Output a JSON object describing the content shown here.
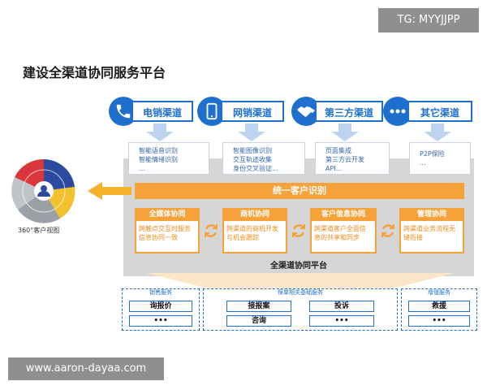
{
  "watermarks": {
    "top": "TG: MYYJJPP",
    "bottom": "www.aaron-dayaa.com"
  },
  "title": "建设全渠道协同服务平台",
  "channels": [
    {
      "label": "电销渠道",
      "icon": "phone-icon",
      "features": [
        "智能语音识别",
        "智能情绪识别",
        "..."
      ]
    },
    {
      "label": "网销渠道",
      "icon": "mobile-icon",
      "features": [
        "智能图像识别",
        "交互轨迹收集",
        "身份交叉验证..."
      ]
    },
    {
      "label": "第三方渠道",
      "icon": "handshake-icon",
      "features": [
        "页面集成",
        "第三方云开发",
        "API..."
      ]
    },
    {
      "label": "其它渠道",
      "icon": "more-icon",
      "features": [
        "P2P保险",
        "..."
      ]
    }
  ],
  "customer_view": {
    "label": "360°客户视图"
  },
  "platform": {
    "identify": "统一客户识别",
    "name": "全渠道协同平台",
    "modules": [
      {
        "title": "全媒体协同",
        "desc": "跨触点交互时服务 信息协同一致"
      },
      {
        "title": "商机协同",
        "desc": "跨渠道的商机开发 与机会跟踪"
      },
      {
        "title": "客户信息协同",
        "desc": "跨渠道客户全面信 息的共享和同步"
      },
      {
        "title": "管理协同",
        "desc": "跨渠道业务流程无 缝衔接"
      }
    ]
  },
  "services": [
    {
      "title": "销售服务",
      "items": [
        "询报价",
        "•••"
      ]
    },
    {
      "title": "保单相关基础服务",
      "items": [
        "接报案",
        "投诉",
        "咨询",
        "•••"
      ]
    },
    {
      "title": "增值服务",
      "items": [
        "救援",
        "•••"
      ]
    }
  ],
  "colors": {
    "blue": "#1f6fcf",
    "orange": "#f6a23a",
    "gray": "#d6d6d6"
  }
}
